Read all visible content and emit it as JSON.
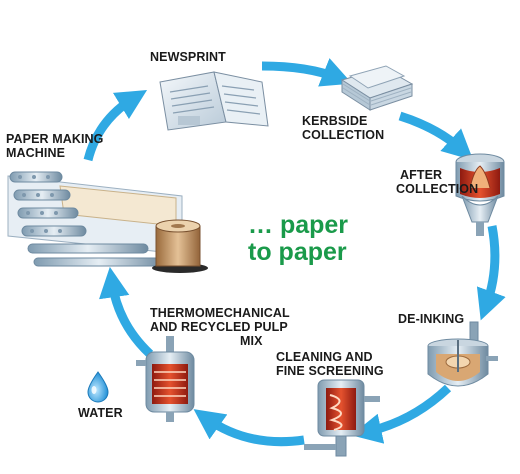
{
  "diagram": {
    "center_text": {
      "line1": "… paper",
      "line2": "to paper"
    },
    "stages": [
      {
        "id": "newsprint",
        "label_lines": [
          "NEWSPRINT"
        ]
      },
      {
        "id": "kerbside",
        "label_lines": [
          "KERBSIDE",
          "COLLECTION"
        ]
      },
      {
        "id": "after",
        "label_lines": [
          "AFTER",
          "COLLECTION"
        ]
      },
      {
        "id": "deinking",
        "label_lines": [
          "DE-INKING"
        ]
      },
      {
        "id": "cleaning",
        "label_lines": [
          "CLEANING AND",
          "FINE SCREENING"
        ]
      },
      {
        "id": "pulp",
        "label_lines": [
          "THERMOMECHANICAL",
          "AND RECYCLED PULP",
          "MIX"
        ]
      },
      {
        "id": "water",
        "label_lines": [
          "WATER"
        ]
      },
      {
        "id": "machine",
        "label_lines": [
          "PAPER MAKING",
          "MACHINE"
        ]
      }
    ],
    "colors": {
      "arrow": "#2fa9e3",
      "center_text": "#1a9a4a",
      "label": "#1a1a1a"
    }
  }
}
